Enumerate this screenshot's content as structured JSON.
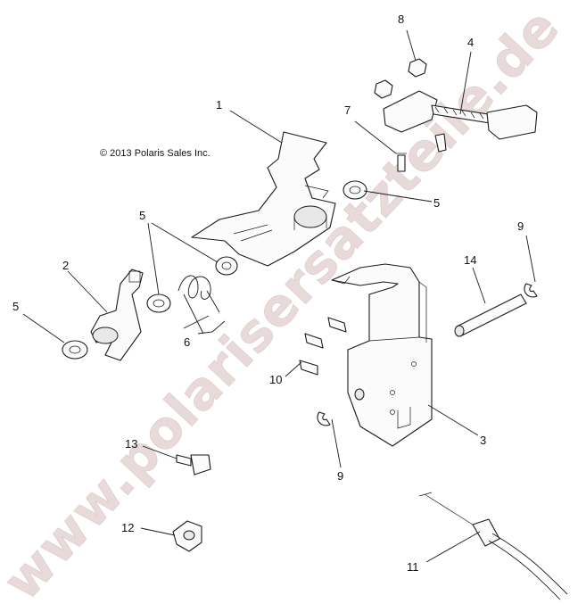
{
  "copyright": "© 2013 Polaris Sales Inc.",
  "watermark": "www.polarisersatzteile.de",
  "callouts": {
    "c1": "1",
    "c2": "2",
    "c3": "3",
    "c4": "4",
    "c5a": "5",
    "c5b": "5",
    "c5c": "5",
    "c6": "6",
    "c7": "7",
    "c8": "8",
    "c9a": "9",
    "c9b": "9",
    "c10": "10",
    "c11": "11",
    "c12": "12",
    "c13": "13",
    "c14": "14"
  }
}
